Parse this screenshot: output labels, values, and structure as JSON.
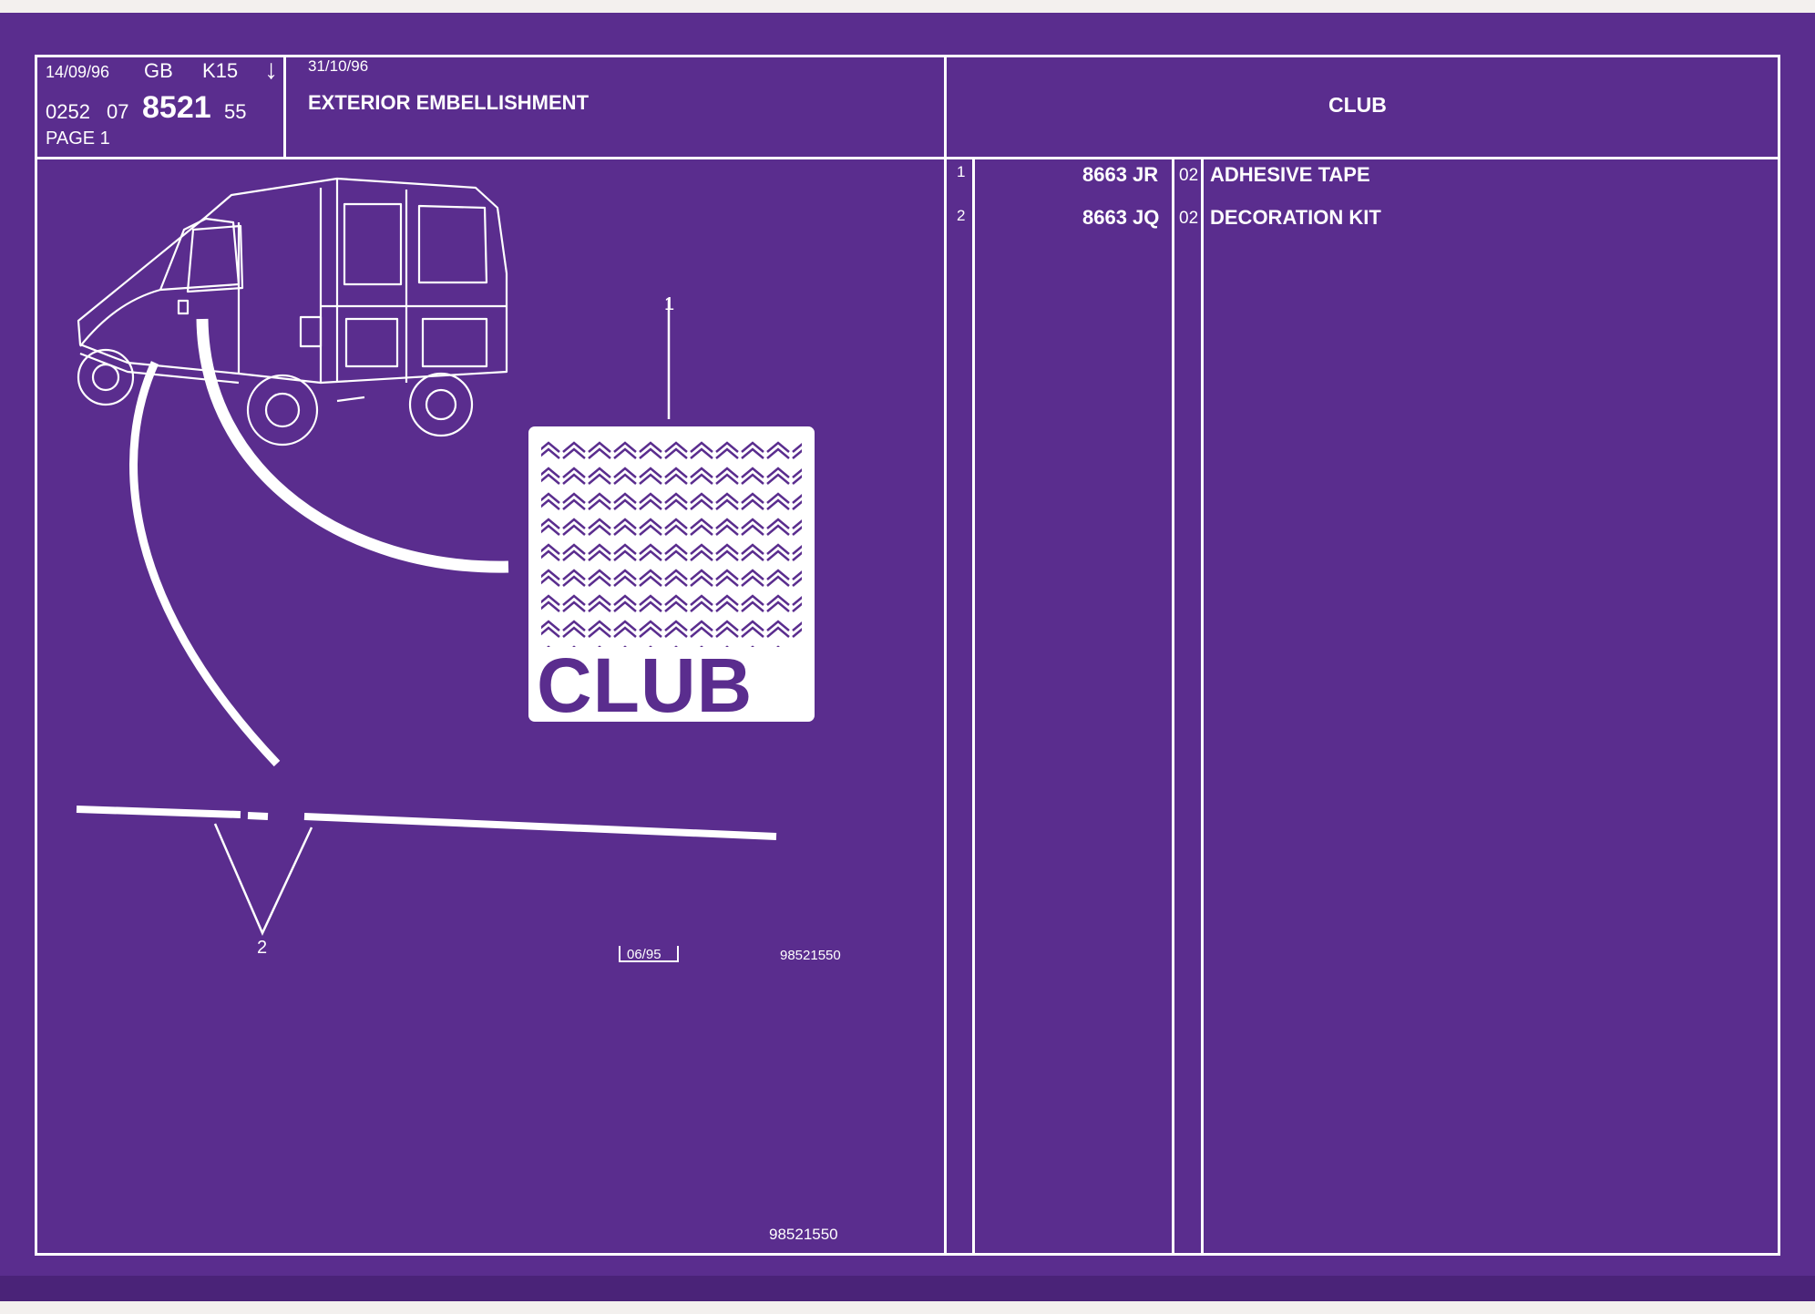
{
  "header": {
    "date1": "14/09/96",
    "lang": "GB",
    "model": "K15",
    "ref_a": "0252",
    "ref_b": "07",
    "ref_main": "8521",
    "ref_c": "55",
    "page": "PAGE 1",
    "date2": "31/10/96",
    "section_title": "EXTERIOR EMBELLISHMENT",
    "version_title": "CLUB"
  },
  "parts": [
    {
      "index": "1",
      "ref": "8663 JR",
      "qty": "02",
      "description": "ADHESIVE TAPE"
    },
    {
      "index": "2",
      "ref": "8663 JQ",
      "qty": "02",
      "description": "DECORATION KIT"
    }
  ],
  "illustration": {
    "callout_1": "1",
    "callout_2": "2",
    "badge_text": "CLUB",
    "stamp_date": "06/95",
    "drawing_number": "98521550",
    "footer_number": "98521550"
  },
  "colors": {
    "background": "#5a2d8e",
    "lines": "#ffffff"
  }
}
